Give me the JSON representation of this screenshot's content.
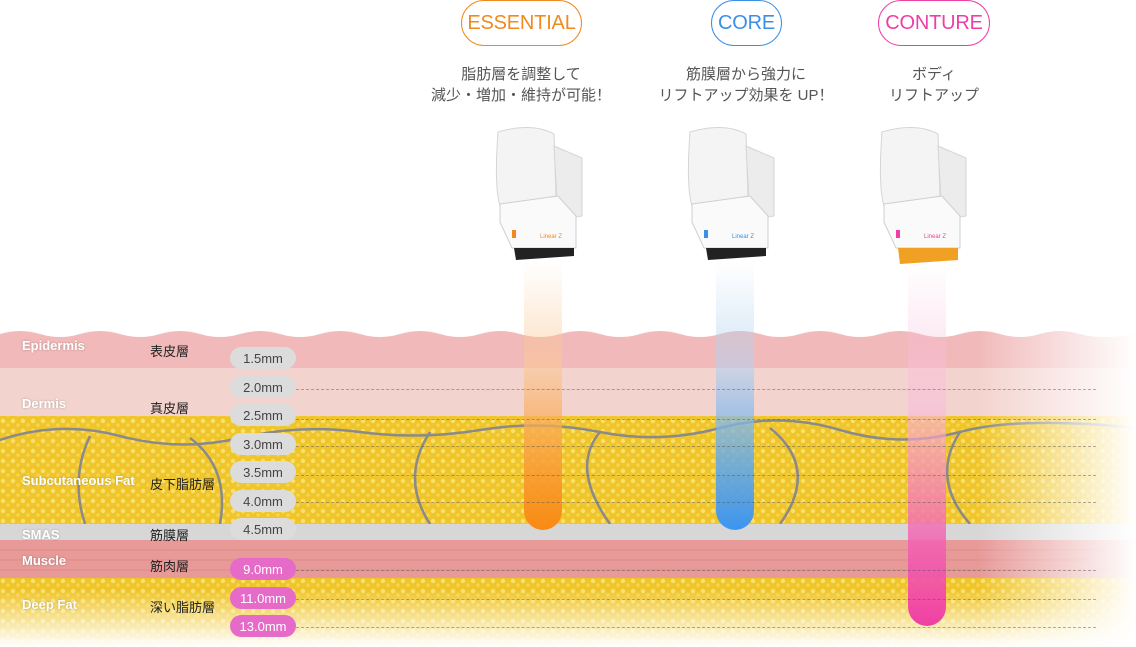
{
  "products": [
    {
      "name": "ESSENTIAL",
      "color": "#f08a1e",
      "desc": [
        "脂肪層を調整して",
        "減少・増加・維持が可能！"
      ],
      "tip": "#f39a3a",
      "accent": "#f08a1e"
    },
    {
      "name": "CORE",
      "color": "#3b8fe6",
      "desc": [
        "筋膜層から強力に",
        "リフトアップ効果を UP！"
      ],
      "tip": "#4a9ff0",
      "accent": "#3b8fe6"
    },
    {
      "name": "CONTURE",
      "color": "#ee3fa6",
      "desc": [
        "ボディ",
        "リフトアップ"
      ],
      "tip": "#f0a023",
      "accent": "#ee3fa6"
    }
  ],
  "layers": [
    {
      "en": "Epidermis",
      "jp": "表皮層"
    },
    {
      "en": "Dermis",
      "jp": "真皮層"
    },
    {
      "en": "Subcutaneous Fat",
      "jp": "皮下脂肪層"
    },
    {
      "en": "SMAS",
      "jp": "筋膜層"
    },
    {
      "en": "Muscle",
      "jp": "筋肉層"
    },
    {
      "en": "Deep Fat",
      "jp": "深い脂肪層"
    }
  ],
  "depths": [
    {
      "label": "1.5mm",
      "style": "gray"
    },
    {
      "label": "2.0mm",
      "style": "gray"
    },
    {
      "label": "2.5mm",
      "style": "gray"
    },
    {
      "label": "3.0mm",
      "style": "gray"
    },
    {
      "label": "3.5mm",
      "style": "gray"
    },
    {
      "label": "4.0mm",
      "style": "gray"
    },
    {
      "label": "4.5mm",
      "style": "gray"
    },
    {
      "label": "9.0mm",
      "style": "pink"
    },
    {
      "label": "11.0mm",
      "style": "pink"
    },
    {
      "label": "13.0mm",
      "style": "pink"
    }
  ],
  "device_brand": "Linear Z",
  "colors": {
    "epidermis": "#f1b9b9",
    "dermis": "#f3d3ce",
    "fat": "#f2cd3a",
    "smas": "#d7d7d7",
    "muscle": "#e79a98",
    "deep_fat": "#f0d46a"
  }
}
